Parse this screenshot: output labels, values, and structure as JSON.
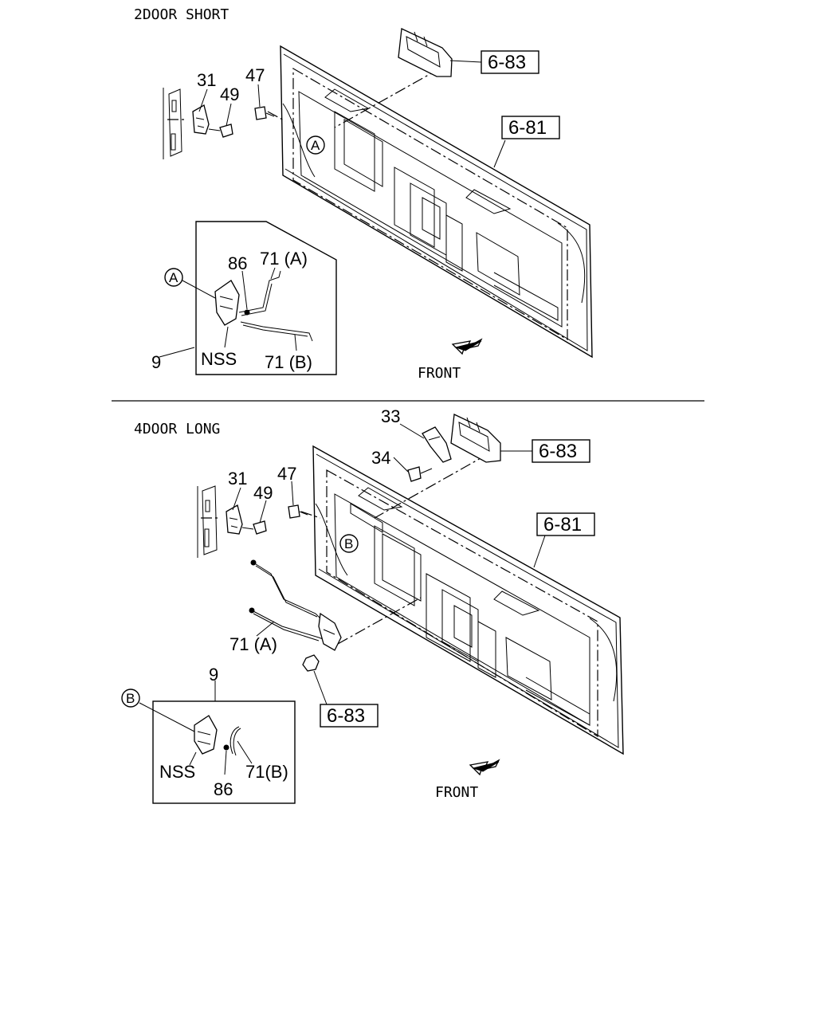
{
  "sections": [
    {
      "title": "2DOOR SHORT",
      "callouts": {
        "p31": "31",
        "p49": "49",
        "p47": "47",
        "p86": "86",
        "p71a": "71 (A)",
        "p71b": "71 (B)",
        "p9": "9",
        "nss": "NSS",
        "ref_a_main": "A",
        "ref_a_detail": "A"
      },
      "boxed_refs": {
        "r683": "6-83",
        "r681": "6-81"
      },
      "direction": "FRONT"
    },
    {
      "title": "4DOOR LONG",
      "callouts": {
        "p33": "33",
        "p34": "34",
        "p31": "31",
        "p49": "49",
        "p47": "47",
        "p71a": "71 (A)",
        "p9": "9",
        "nss": "NSS",
        "p86": "86",
        "p71b": "71(B)",
        "ref_b_main": "B",
        "ref_b_detail": "B"
      },
      "boxed_refs": {
        "r683_top": "6-83",
        "r681": "6-81",
        "r683_bottom": "6-83"
      },
      "direction": "FRONT"
    }
  ]
}
